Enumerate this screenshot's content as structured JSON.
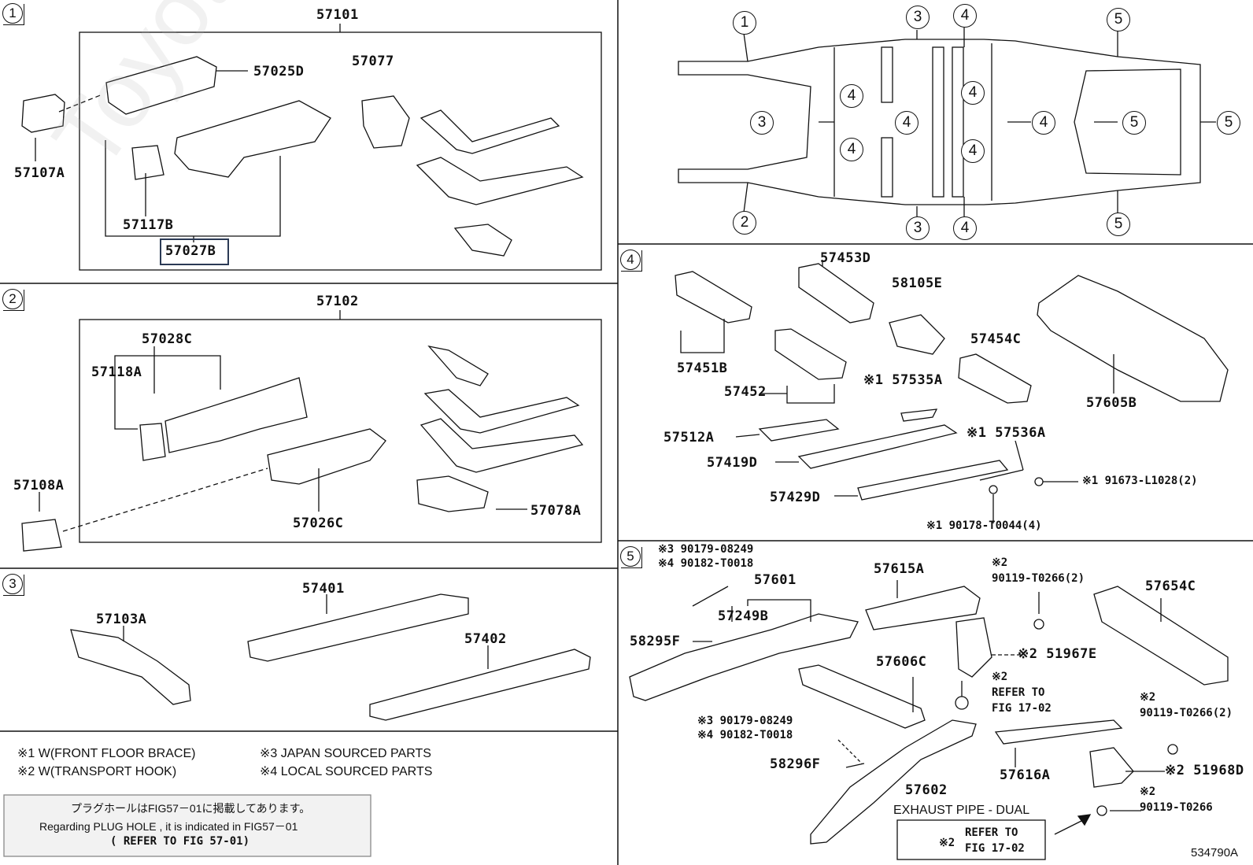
{
  "sections": {
    "s1": {
      "num": "1",
      "group": "57101",
      "parts": {
        "p57025D": "57025D",
        "p57077": "57077",
        "p57107A": "57107A",
        "p57117B": "57117B",
        "p57027B": "57027B"
      }
    },
    "s2": {
      "num": "2",
      "group": "57102",
      "parts": {
        "p57028C": "57028C",
        "p57118A": "57118A",
        "p57108A": "57108A",
        "p57026C": "57026C",
        "p57078A": "57078A"
      }
    },
    "s3": {
      "num": "3",
      "parts": {
        "p57103A": "57103A",
        "p57401": "57401",
        "p57402": "57402"
      }
    },
    "s4": {
      "num": "4",
      "parts": {
        "p57453D": "57453D",
        "p58105E": "58105E",
        "p57451B": "57451B",
        "p57454C": "57454C",
        "p57452": "57452",
        "p57535A": "※1 57535A",
        "p57605B": "57605B",
        "p57512A": "57512A",
        "p57536A": "※1 57536A",
        "p57419D": "57419D",
        "p57429D": "57429D",
        "p91673": "※1 91673-L1028(2)",
        "p90178": "※1 90178-T0044(4)"
      }
    },
    "s5": {
      "num": "5",
      "parts": {
        "n1": "※3 90179-08249",
        "n2": "※4 90182-T0018",
        "p57615A": "57615A",
        "p57601": "57601",
        "p57249B": "57249B",
        "p58295F": "58295F",
        "p90119a_note": "※2",
        "p90119a": "90119-T0266(2)",
        "p57654C": "57654C",
        "p51967E": "※2 51967E",
        "p57606C": "57606C",
        "ref1_note": "※2",
        "ref1a": "REFER TO",
        "ref1b": "FIG 17-02",
        "n3": "※3 90179-08249",
        "n4": "※4 90182-T0018",
        "p90119b_note": "※2",
        "p90119b": "90119-T0266(2)",
        "p58296F": "58296F",
        "p57616A": "57616A",
        "p51968D": "※2 51968D",
        "p57602": "57602",
        "p90119c_note": "※2",
        "p90119c": "90119-T0266",
        "exhaust": "EXHAUST PIPE - DUAL",
        "ref2_note": "※2",
        "ref2a": "REFER TO",
        "ref2b": "FIG 17-02"
      }
    }
  },
  "map_labels": {
    "c1": "1",
    "c2": "2",
    "c3": "3",
    "c4": "4",
    "c5": "5"
  },
  "legend": {
    "l1": "※1 W(FRONT FLOOR BRACE)",
    "l2": "※2 W(TRANSPORT HOOK)",
    "l3": "※3  JAPAN SOURCED PARTS",
    "l4": "※4  LOCAL SOURCED PARTS"
  },
  "note": {
    "jp": "プラグホールはFIG57－01に掲載してあります。",
    "en": "Regarding PLUG HOLE , it is indicated in FIG57－01",
    "ref": "( REFER TO FIG 57-01)"
  },
  "figure_id": "534790A",
  "watermark": "ToyotaCarMine.ru"
}
